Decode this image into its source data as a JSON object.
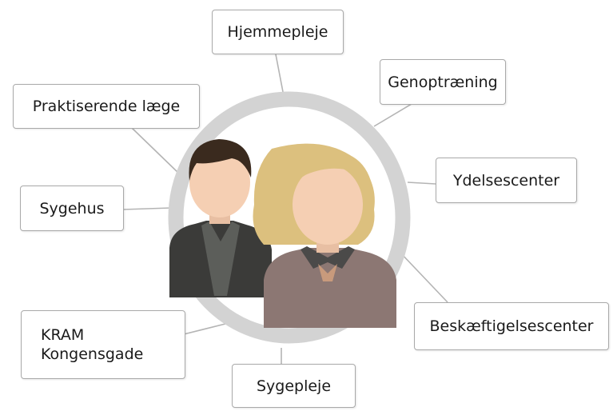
{
  "diagram": {
    "nodes": {
      "hjemmepleje": "Hjemmepleje",
      "genoptraening": "Genoptræning",
      "praktiserende_laege": "Praktiserende læge",
      "ydelsescenter": "Ydelsescenter",
      "sygehus": "Sygehus",
      "beskaeftigelsescenter": "Beskæftigelsescenter",
      "kram_line1": "KRAM",
      "kram_line2": "Kongensgade",
      "sygepleje": "Sygepleje"
    },
    "colors": {
      "ring": "#d3d3d3",
      "connector": "#b4b4b4",
      "box_border": "#a9a9a9",
      "man_jacket": "#3b3b39",
      "man_shirt": "#5c5e5a",
      "man_hair": "#3a2a1e",
      "woman_top": "#8c7773",
      "woman_collar": "#4b4a49",
      "woman_hair": "#dcc07e",
      "skin": "#f5cfb3"
    },
    "icons": [
      "man-user-icon",
      "woman-user-icon"
    ]
  }
}
